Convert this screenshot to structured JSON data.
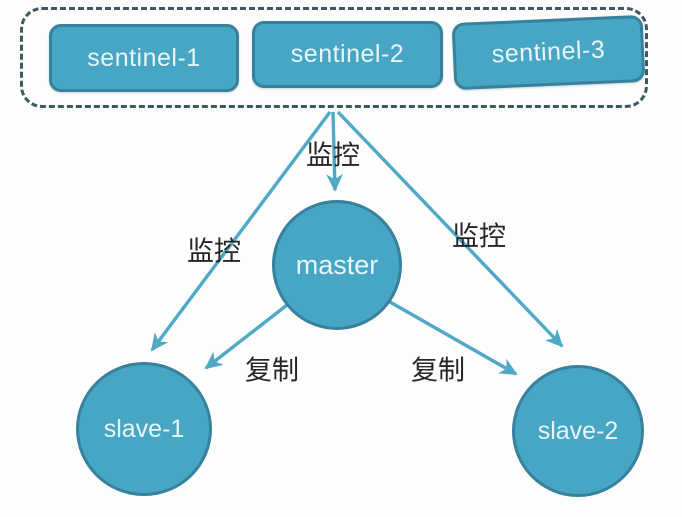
{
  "diagram": {
    "type": "architecture-diagram",
    "colors": {
      "node_fill": "#47a6c3",
      "node_stroke": "#35819e",
      "node_text": "#e9f5f8",
      "arrow": "#4fa8c6",
      "dashed_group_border": "#3c5a62",
      "edge_label_text": "#262626",
      "background": "#fdfdfd"
    },
    "sentinel_group": {
      "items": [
        {
          "label": "sentinel-1"
        },
        {
          "label": "sentinel-2"
        },
        {
          "label": "sentinel-3"
        }
      ]
    },
    "nodes": {
      "master": {
        "label": "master"
      },
      "slave1": {
        "label": "slave-1"
      },
      "slave2": {
        "label": "slave-2"
      }
    },
    "edges": [
      {
        "from": "sentinel-group",
        "to": "master",
        "label": "监控"
      },
      {
        "from": "sentinel-group",
        "to": "slave-1",
        "label": "监控"
      },
      {
        "from": "sentinel-group",
        "to": "slave-2",
        "label": "监控"
      },
      {
        "from": "master",
        "to": "slave-1",
        "label": "复制"
      },
      {
        "from": "master",
        "to": "slave-2",
        "label": "复制"
      }
    ]
  }
}
